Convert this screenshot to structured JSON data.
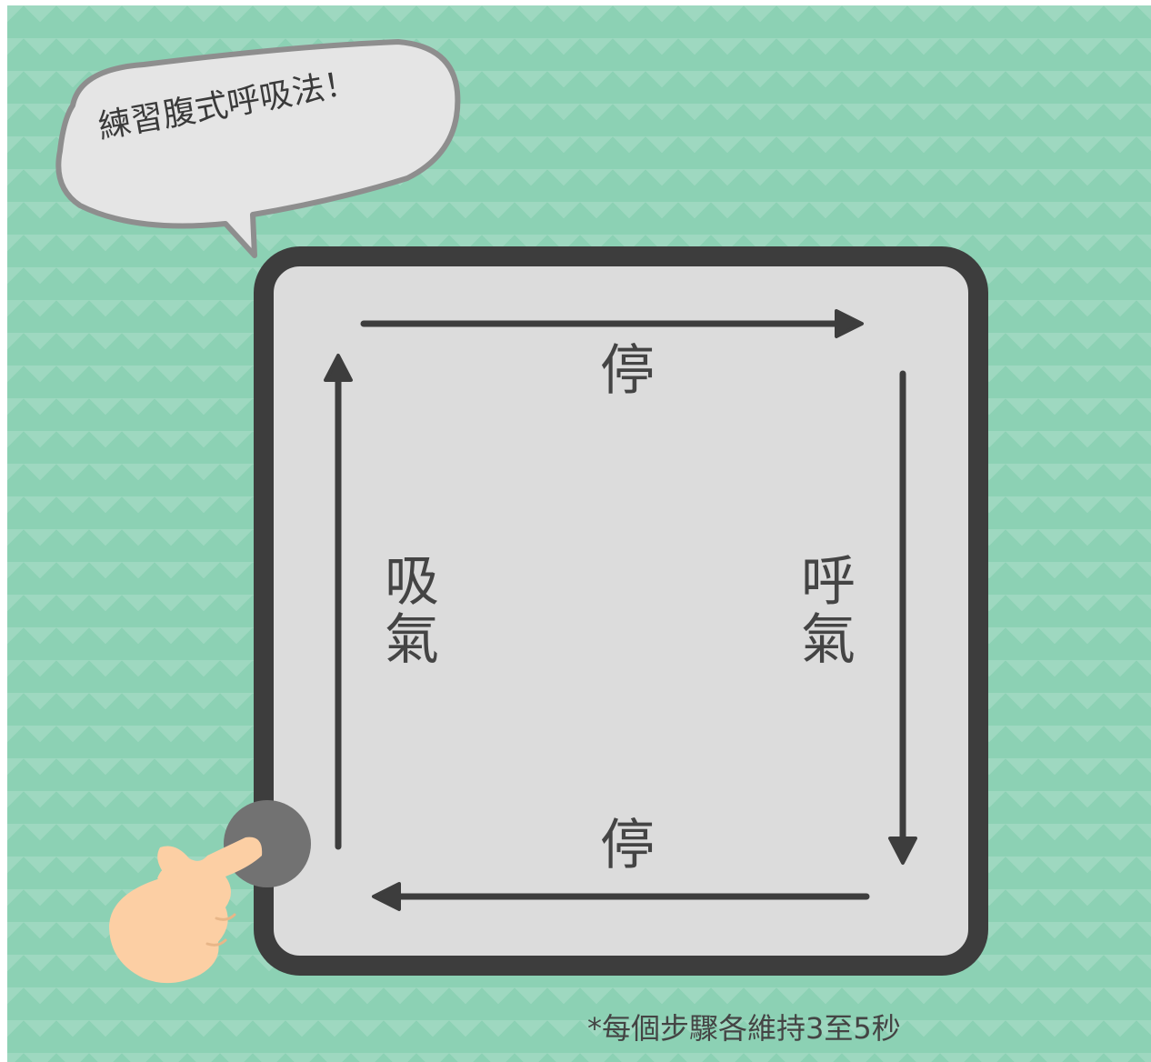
{
  "bubble_text": "練習腹式呼吸法！",
  "labels": {
    "top": "停",
    "right": "呼氣",
    "bottom": "停",
    "left": "吸氣"
  },
  "footnote": "*每個步驟各維持3至5秒",
  "colors": {
    "background": "#8cd1b4",
    "board_fill": "#dcdcdc",
    "board_border": "#3d3d3d",
    "arrow": "#3d3d3d",
    "dot": "#727272",
    "hand": "#fccfa4",
    "bubble_border": "#8e8e8e"
  },
  "icons": [
    "speech-bubble",
    "pointing-hand-icon",
    "start-dot"
  ]
}
